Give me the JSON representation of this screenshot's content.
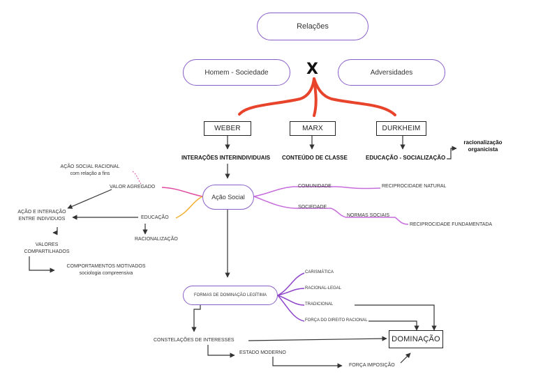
{
  "top": {
    "relacoes": "Relações",
    "homem_sociedade": "Homem - Sociedade",
    "x": "X",
    "adversidades": "Adversidades"
  },
  "authors": {
    "weber": "WEBER",
    "marx": "MARX",
    "durkheim": "DURKHEIM"
  },
  "focus": {
    "weber": "INTERAÇÕES INTERINDIVIDUAIS",
    "marx": "CONTEÚDO DE CLASSE",
    "durkheim": "EDUCAÇÃO - SOCIALIZAÇÃO",
    "racionalizacao_line1": "racionalização",
    "racionalizacao_line2": "organicista"
  },
  "acao_social": {
    "label": "Ação Social",
    "acao_racional_line1": "AÇÃO SOCIAL RACIONAL",
    "acao_racional_line2": "com relação a fins",
    "valor_agregado": "VALOR AGREGADO",
    "acao_interacao_line1": "AÇÃO E INTERAÇÃO",
    "acao_interacao_line2": "ENTRE INDIVIDUOS",
    "valores_line1": "VALORES",
    "valores_line2": "COMPARTILHADOS",
    "comportamentos_line1": "COMPORTAMENTOS MOTIVADOS",
    "comportamentos_line2": "sociologia compreensiva",
    "educacao": "EDUCAÇÃO",
    "racionalizacao": "RACIONALIZAÇÃO",
    "comunidade": "COMUNIDADE",
    "reciprocidade_natural": "RECIPROCIDADE NATURAL",
    "sociedade": "SOCIEDADE",
    "normas_sociais": "NORMAS SOCIAIS",
    "reciprocidade_fundamentada": "RECIPROCIDADE FUNDAMENTADA"
  },
  "dominacao": {
    "formas": "FORMAS DE DOMINAÇÃO LEGÍTIMA",
    "carismatica": "CARISMÁTICA",
    "racional_legal": "RACIONAL-LEGAL",
    "tradicional": "TRADICIONAL",
    "forca_direito": "FORÇA DO DIREITO RACIONAL",
    "constelacoes": "CONSTELAÇÕES DE INTERESSES",
    "estado_moderno": "ESTADO MODERNO",
    "forca_imposicao": "FORÇA IMPOSIÇÃO",
    "dominacao": "DOMINAÇÃO"
  },
  "colors": {
    "pill_border": "#8a5ec7",
    "red_branch": "#e8432b",
    "magenta": "#e04aa0",
    "violet": "#c66bdc",
    "purple": "#8e44c9",
    "orange": "#f0b030",
    "arrow": "#333333"
  }
}
